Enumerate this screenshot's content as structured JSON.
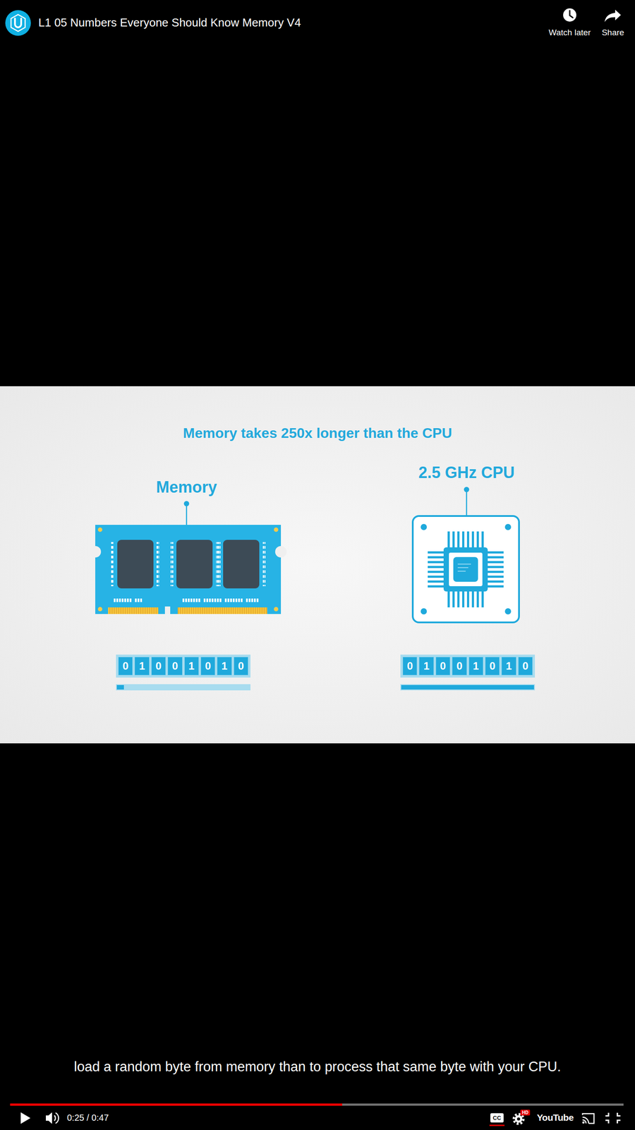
{
  "diagram": {
    "title": "Memory takes 250x longer than the CPU",
    "caption": "load a random byte from memory than to process that same byte with your CPU.",
    "nodes": [
      {
        "text": [
          "Memory"
        ]
      },
      {
        "text": [
          "2.5 GHz CPU"
        ]
      },
      {
        "text": [
          "0"
        ]
      },
      {
        "text": [
          "1"
        ]
      },
      {
        "text": [
          "0"
        ]
      },
      {
        "text": [
          "0"
        ]
      },
      {
        "text": [
          "1"
        ]
      },
      {
        "text": [
          "0"
        ]
      },
      {
        "text": [
          "1"
        ]
      },
      {
        "text": [
          "0"
        ]
      },
      {
        "text": [
          "0"
        ]
      },
      {
        "text": [
          "1"
        ]
      },
      {
        "text": [
          "0"
        ]
      },
      {
        "text": [
          "0"
        ]
      },
      {
        "text": [
          "1"
        ]
      },
      {
        "text": [
          "0"
        ]
      },
      {
        "text": [
          "1"
        ]
      },
      {
        "text": [
          "0"
        ]
      }
    ],
    "labels": [
      "L1 05 Numbers Everyone Should Know Memory V4",
      "Watch later",
      "Share",
      "0:25 / 0:47",
      "CC",
      "HD",
      "YouTube"
    ]
  }
}
